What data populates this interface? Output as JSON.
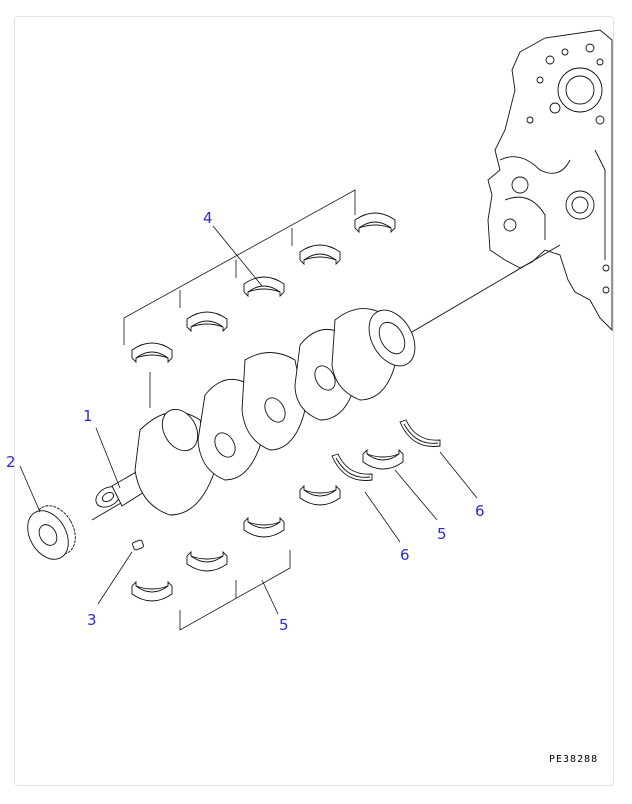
{
  "diagram": {
    "drawing_code": "PE38288",
    "callouts": [
      {
        "id": "c1",
        "label": "1"
      },
      {
        "id": "c2",
        "label": "2"
      },
      {
        "id": "c3",
        "label": "3"
      },
      {
        "id": "c4",
        "label": "4"
      },
      {
        "id": "c5a",
        "label": "5"
      },
      {
        "id": "c5b",
        "label": "5"
      },
      {
        "id": "c6a",
        "label": "6"
      },
      {
        "id": "c6b",
        "label": "6"
      }
    ],
    "colors": {
      "callout": "#2b2bd6",
      "line": "#111111",
      "frame": "#e3e3e3"
    }
  }
}
